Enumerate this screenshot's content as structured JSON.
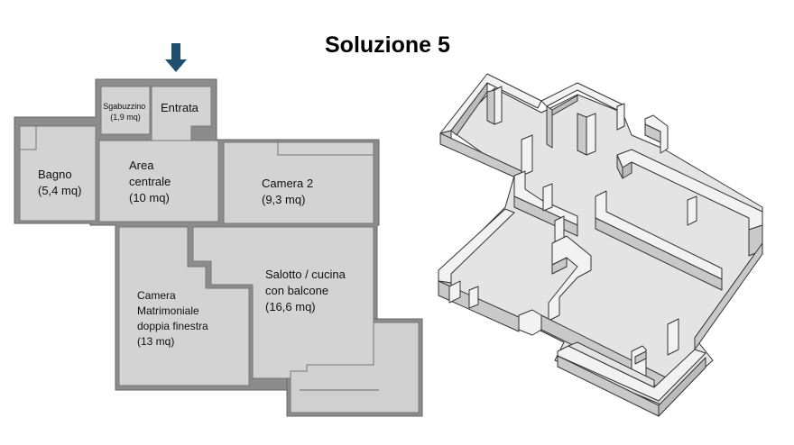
{
  "title": "Soluzione 5",
  "entrance_arrow": "arrow-down-icon",
  "colors": {
    "floor": "#d3d3d3",
    "wall": "#8c8c8c",
    "arrow": "#1f4e6e",
    "iso_top": "#f2f2f2",
    "iso_side": "#c9c9c9",
    "iso_floor": "#e4e4e4",
    "iso_stroke": "#333333"
  },
  "rooms": [
    {
      "id": "sgabuzzino",
      "lines": [
        "Sgabuzzino",
        "(1,9 mq)"
      ]
    },
    {
      "id": "entrata",
      "lines": [
        "Entrata"
      ]
    },
    {
      "id": "bagno",
      "lines": [
        "Bagno",
        "(5,4 mq)"
      ]
    },
    {
      "id": "area-centrale",
      "lines": [
        "Area",
        "centrale",
        "(10 mq)"
      ]
    },
    {
      "id": "camera-2",
      "lines": [
        "Camera 2",
        "(9,3 mq)"
      ]
    },
    {
      "id": "camera-matrimoniale",
      "lines": [
        "Camera",
        "Matrimoniale",
        "doppia finestra",
        "(13 mq)"
      ]
    },
    {
      "id": "salotto-cucina",
      "lines": [
        "Salotto / cucina",
        "con balcone",
        "(16,6 mq)"
      ]
    }
  ]
}
